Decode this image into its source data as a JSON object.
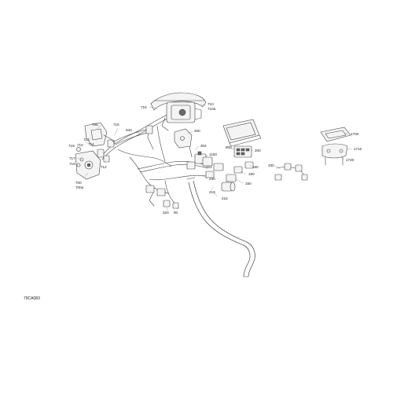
{
  "document_code": "79CA083",
  "callouts": [
    {
      "text": "715"
    },
    {
      "text": "710"
    },
    {
      "text": "710a"
    },
    {
      "text": "705"
    },
    {
      "text": "716"
    },
    {
      "text": "940"
    },
    {
      "text": "250"
    },
    {
      "text": "718"
    },
    {
      "text": "713"
    },
    {
      "text": "710"
    },
    {
      "text": "714"
    },
    {
      "text": "717"
    },
    {
      "text": "719"
    },
    {
      "text": "712"
    },
    {
      "text": "700"
    },
    {
      "text": "700a"
    },
    {
      "text": "304"
    },
    {
      "text": "1100"
    },
    {
      "text": "321"
    },
    {
      "text": "230"
    },
    {
      "text": "210"
    },
    {
      "text": "215"
    },
    {
      "text": "320"
    },
    {
      "text": "90"
    },
    {
      "text": "800"
    },
    {
      "text": "200"
    },
    {
      "text": "330"
    },
    {
      "text": "180"
    },
    {
      "text": "190"
    },
    {
      "text": "150"
    },
    {
      "text": "1700"
    },
    {
      "text": "1710"
    },
    {
      "text": "1720"
    }
  ]
}
